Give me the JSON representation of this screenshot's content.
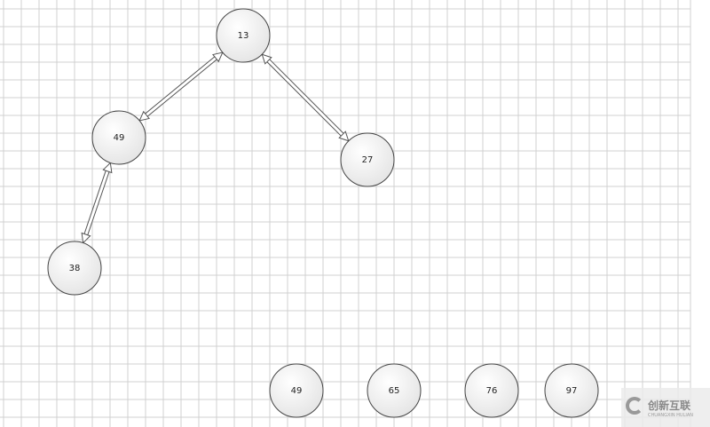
{
  "tree_nodes": [
    {
      "id": "n13",
      "label": "13"
    },
    {
      "id": "n49",
      "label": "49"
    },
    {
      "id": "n27",
      "label": "27"
    },
    {
      "id": "n38",
      "label": "38"
    }
  ],
  "edges": [
    [
      "n13",
      "n49"
    ],
    [
      "n13",
      "n27"
    ],
    [
      "n49",
      "n38"
    ]
  ],
  "sorted_nodes": [
    {
      "id": "s49",
      "label": "49"
    },
    {
      "id": "s65",
      "label": "65"
    },
    {
      "id": "s76",
      "label": "76"
    },
    {
      "id": "s97",
      "label": "97"
    }
  ],
  "watermark": {
    "title": "创新互联",
    "subtitle": "CHUANGXIN HULIAN"
  },
  "colors": {
    "grid": "#d0d0d0",
    "node_stroke": "#444444",
    "node_fill_top": "#ffffff",
    "node_fill_bottom": "#e6e6e6"
  }
}
